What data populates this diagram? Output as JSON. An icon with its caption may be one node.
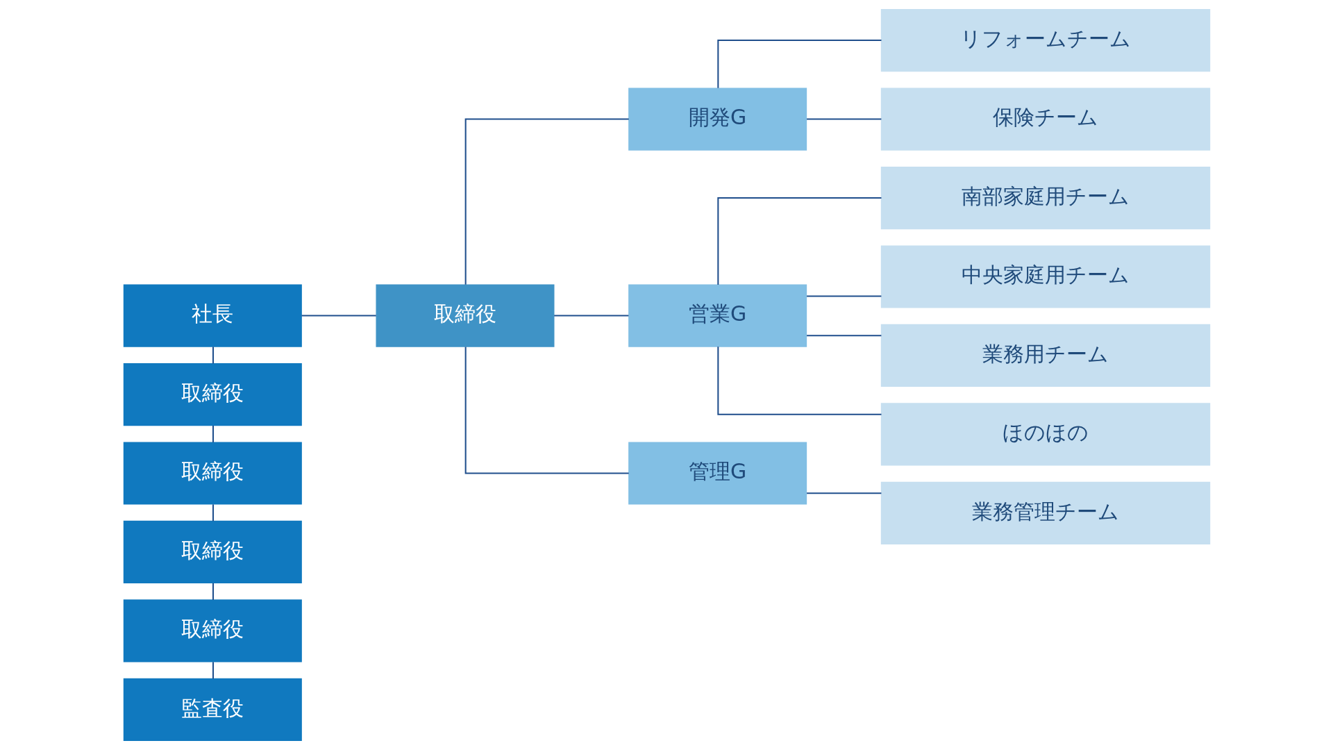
{
  "diagram": {
    "nodes": [
      {
        "text": [
          "社長"
        ]
      },
      {
        "text": [
          "取締役"
        ]
      },
      {
        "text": [
          "取締役"
        ]
      },
      {
        "text": [
          "取締役"
        ]
      },
      {
        "text": [
          "取締役"
        ]
      },
      {
        "text": [
          "監査役"
        ]
      },
      {
        "text": [
          "取締役"
        ]
      },
      {
        "text": [
          "開発G"
        ]
      },
      {
        "text": [
          "営業G"
        ]
      },
      {
        "text": [
          "管理G"
        ]
      },
      {
        "text": [
          "リフォームチーム"
        ]
      },
      {
        "text": [
          "保険チーム"
        ]
      },
      {
        "text": [
          "南部家庭用チーム"
        ]
      },
      {
        "text": [
          "中央家庭用チーム"
        ]
      },
      {
        "text": [
          "業務用チーム"
        ]
      },
      {
        "text": [
          "ほのほの"
        ]
      },
      {
        "text": [
          "業務管理チーム"
        ]
      }
    ],
    "edges": [
      {
        "from": 0,
        "to": 1,
        "arrow": "none"
      },
      {
        "from": 1,
        "to": 2,
        "arrow": "none"
      },
      {
        "from": 2,
        "to": 3,
        "arrow": "none"
      },
      {
        "from": 3,
        "to": 4,
        "arrow": "none"
      },
      {
        "from": 4,
        "to": 5,
        "arrow": "none"
      },
      {
        "from": 0,
        "to": 6,
        "arrow": "none"
      },
      {
        "from": 6,
        "to": 7,
        "arrow": "none"
      },
      {
        "from": 6,
        "to": 8,
        "arrow": "none"
      },
      {
        "from": 6,
        "to": 9,
        "arrow": "none"
      },
      {
        "from": 7,
        "to": 10,
        "arrow": "none"
      },
      {
        "from": 7,
        "to": 11,
        "arrow": "none"
      },
      {
        "from": 8,
        "to": 12,
        "arrow": "none"
      },
      {
        "from": 8,
        "to": 13,
        "arrow": "none"
      },
      {
        "from": 8,
        "to": 14,
        "arrow": "none"
      },
      {
        "from": 8,
        "to": 15,
        "arrow": "none"
      },
      {
        "from": 9,
        "to": 16,
        "arrow": "none"
      }
    ]
  }
}
